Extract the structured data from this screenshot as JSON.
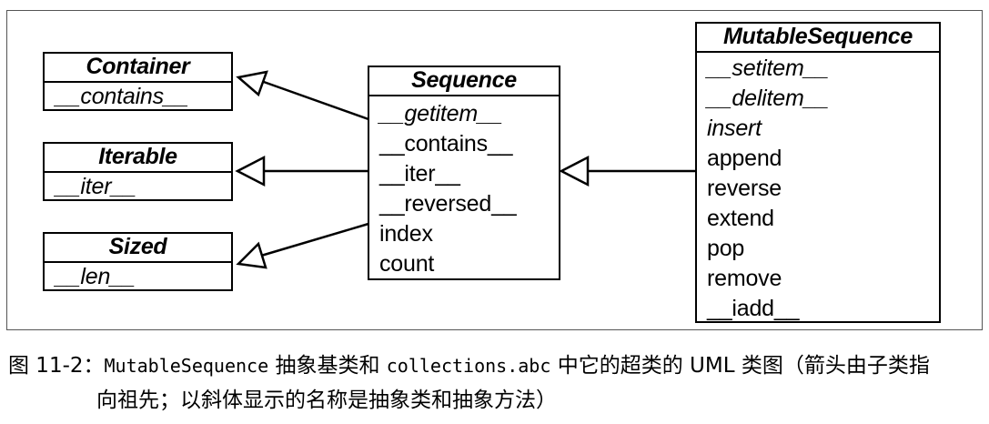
{
  "classes": {
    "container": {
      "name": "Container",
      "methods": [
        {
          "label": "__contains__",
          "abstract": true
        }
      ]
    },
    "iterable": {
      "name": "Iterable",
      "methods": [
        {
          "label": "__iter__",
          "abstract": true
        }
      ]
    },
    "sized": {
      "name": "Sized",
      "methods": [
        {
          "label": "__len__",
          "abstract": true
        }
      ]
    },
    "sequence": {
      "name": "Sequence",
      "methods": [
        {
          "label": "__getitem__",
          "abstract": true
        },
        {
          "label": "__contains__",
          "abstract": false
        },
        {
          "label": "__iter__",
          "abstract": false
        },
        {
          "label": "__reversed__",
          "abstract": false
        },
        {
          "label": "index",
          "abstract": false
        },
        {
          "label": "count",
          "abstract": false
        }
      ]
    },
    "mutable_sequence": {
      "name": "MutableSequence",
      "methods": [
        {
          "label": "__setitem__",
          "abstract": true
        },
        {
          "label": "__delitem__",
          "abstract": true
        },
        {
          "label": "insert",
          "abstract": true
        },
        {
          "label": "append",
          "abstract": false
        },
        {
          "label": "reverse",
          "abstract": false
        },
        {
          "label": "extend",
          "abstract": false
        },
        {
          "label": "pop",
          "abstract": false
        },
        {
          "label": "remove",
          "abstract": false
        },
        {
          "label": "__iadd__",
          "abstract": false
        }
      ]
    }
  },
  "caption": {
    "prefix": "图 11-2：",
    "code1": "MutableSequence",
    "text1": " 抽象基类和 ",
    "code2": "collections.abc",
    "text2": " 中它的超类的 UML 类图（箭头由子类指",
    "line2": "向祖先；以斜体显示的名称是抽象类和抽象方法）"
  }
}
